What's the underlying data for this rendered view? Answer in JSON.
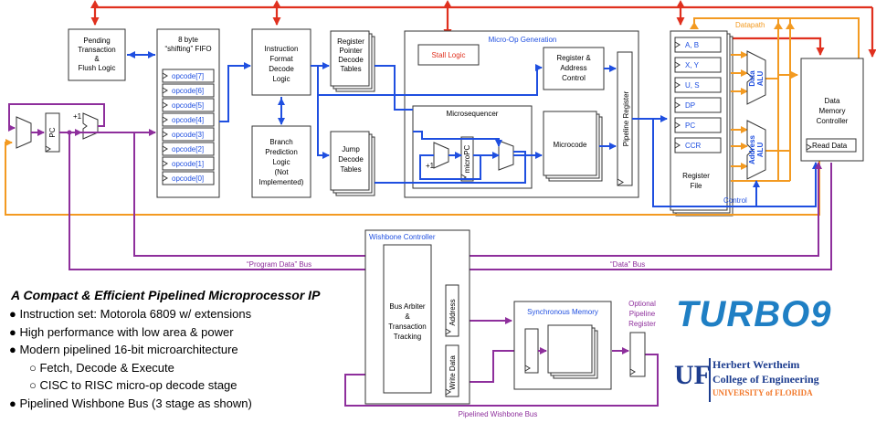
{
  "blocks": {
    "pending": [
      "Pending",
      "Transaction",
      "&",
      "Flush Logic"
    ],
    "fifo_title": [
      "8 byte",
      "“shifting” FIFO"
    ],
    "fifo_regs": [
      "opcode[7]",
      "opcode[6]",
      "opcode[5]",
      "opcode[4]",
      "opcode[3]",
      "opcode[2]",
      "opcode[1]",
      "opcode[0]"
    ],
    "ifd": [
      "Instruction",
      "Format",
      "Decode",
      "Logic"
    ],
    "bpl": [
      "Branch",
      "Prediction",
      "Logic",
      "(Not",
      "Implemented)"
    ],
    "rpdt": [
      "Register",
      "Pointer",
      "Decode",
      "Tables"
    ],
    "jdt": [
      "Jump",
      "Decode",
      "Tables"
    ],
    "microop_title": "Micro-Op Generation",
    "stall": "Stall Logic",
    "rac": [
      "Register &",
      "Address",
      "Control"
    ],
    "microsequencer": "Microsequencer",
    "microcode": "Microcode",
    "pipeline_register": "Pipeline Register",
    "micropc": "microPC",
    "plus1_a": "+1",
    "plus1_b": "+1",
    "pc": "PC",
    "registers": [
      "A, B",
      "X, Y",
      "U, S",
      "DP",
      "PC",
      "CCR"
    ],
    "register_file": [
      "Register",
      "File"
    ],
    "datapath": "Datapath",
    "data_alu": [
      "Data",
      "ALU"
    ],
    "addr_alu": [
      "Address",
      "ALU"
    ],
    "control": "Control",
    "dmc": [
      "Data",
      "Memory",
      "Controller"
    ],
    "read_data": "Read Data",
    "wishbone_title": "Wishbone Controller",
    "bat": [
      "Bus Arbiter",
      "&",
      "Transaction",
      "Tracking"
    ],
    "address": "Address",
    "write_data": "Write Data",
    "sync_mem": "Synchronous Memory",
    "opt_pipe": [
      "Optional",
      "Pipeline",
      "Register"
    ]
  },
  "bus_labels": {
    "program": "“Program Data” Bus",
    "data": "“Data” Bus",
    "pipelined": "Pipelined Wishbone Bus"
  },
  "text": {
    "title": "A Compact & Efficient Pipelined Microprocessor IP",
    "bullets": [
      {
        "level": 1,
        "text": "Instruction set: Motorola 6809 w/ extensions"
      },
      {
        "level": 1,
        "text": "High performance with low area & power"
      },
      {
        "level": 1,
        "text": "Modern pipelined 16-bit microarchitecture"
      },
      {
        "level": 2,
        "text": "Fetch, Decode & Execute"
      },
      {
        "level": 2,
        "text": "CISC to RISC micro-op decode stage"
      },
      {
        "level": 1,
        "text": "Pipelined Wishbone Bus (3 stage as shown)"
      }
    ]
  },
  "logos": {
    "turbo9": "TURBO9",
    "uf_mark": "UF",
    "uf_lines": [
      "Herbert Wertheim",
      "College of Engineering",
      "UNIVERSITY of FLORIDA"
    ]
  },
  "colors": {
    "blue": "#1f4fe0",
    "red": "#e0301e",
    "orange": "#f39a21",
    "purple": "#8e2f9c"
  }
}
